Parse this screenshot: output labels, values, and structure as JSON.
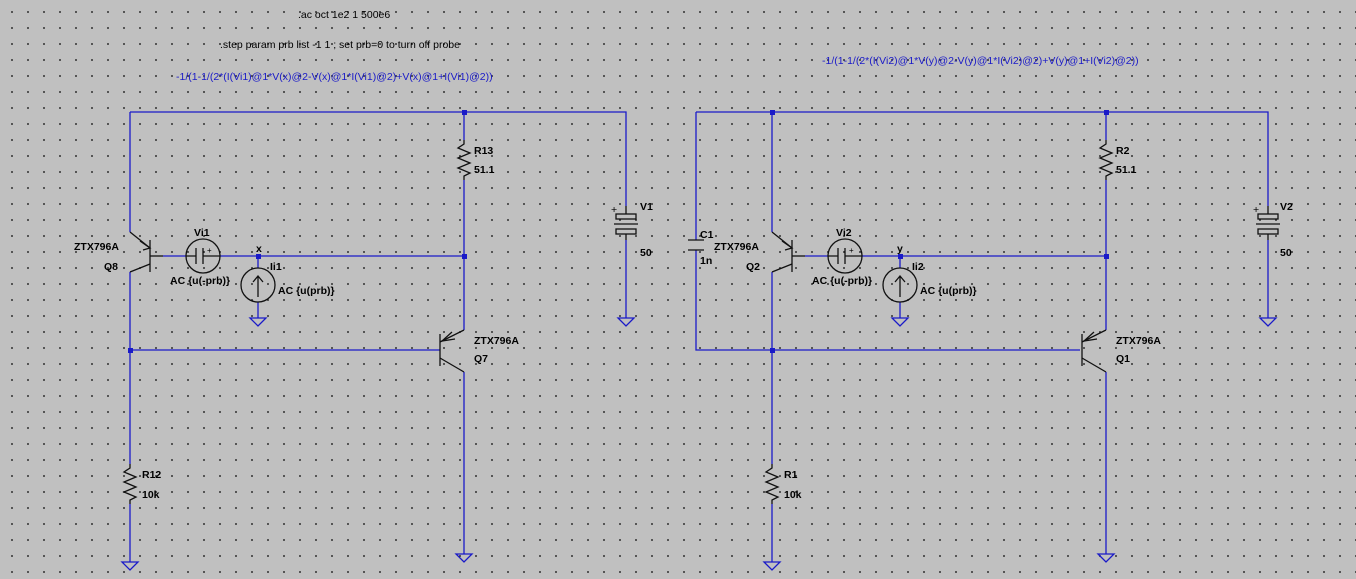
{
  "directives": {
    "ac": ".ac oct 1e2 1 500e6",
    "step": ".step param prb list -1 1 ; set prb=0 to turn off probe",
    "expr_left": "-1/(1-1/(2*(I(Vi1)@1*V(x)@2-V(x)@1*I(Vi1)@2)+V(x)@1+I(Vi1)@2))",
    "expr_right": "-1/(1-1/(2*(I(Vi2)@1*V(y)@2-V(y)@1*I(Vi2)@2)+V(y)@1+I(Vi2)@2))"
  },
  "left_circuit": {
    "Q8": {
      "ref": "Q8",
      "model": "ZTX796A"
    },
    "Q7": {
      "ref": "Q7",
      "model": "ZTX796A"
    },
    "R13": {
      "ref": "R13",
      "value": "51.1"
    },
    "R12": {
      "ref": "R12",
      "value": "10k"
    },
    "V1": {
      "ref": "V1",
      "value": "50"
    },
    "Vi1": {
      "ref": "Vi1",
      "value": "AC {u(-prb)}"
    },
    "Ii1": {
      "ref": "Ii1",
      "value": "AC {u(prb)}"
    },
    "net_label": "x"
  },
  "right_circuit": {
    "Q2": {
      "ref": "Q2",
      "model": "ZTX796A"
    },
    "Q1": {
      "ref": "Q1",
      "model": "ZTX796A"
    },
    "R2": {
      "ref": "R2",
      "value": "51.1"
    },
    "R1": {
      "ref": "R1",
      "value": "10k"
    },
    "V2": {
      "ref": "V2",
      "value": "50"
    },
    "C1": {
      "ref": "C1",
      "value": "1n"
    },
    "Vi2": {
      "ref": "Vi2",
      "value": "AC {u(-prb)}"
    },
    "Ii2": {
      "ref": "Ii2",
      "value": "AC {u(prb)}"
    },
    "net_label": "y"
  },
  "colors": {
    "background": "#c0c0c0",
    "wire": "#1a1ac8",
    "symbol": "#111111",
    "expression": "#1a1ac8"
  }
}
